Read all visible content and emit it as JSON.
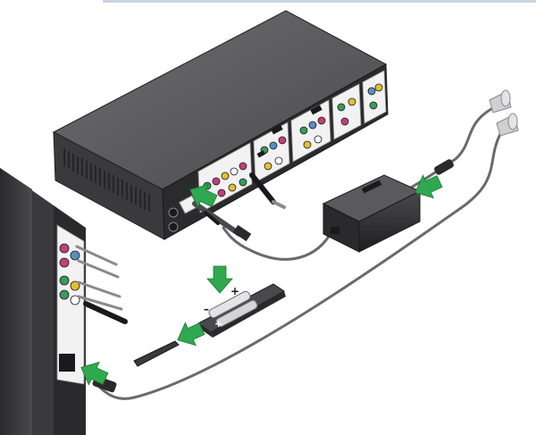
{
  "diagram": {
    "battery_labels": {
      "minus": "–",
      "plus": "+",
      "plus_lower": "+"
    },
    "colors": {
      "background": "#ffffff",
      "console_top": "#5a5a5c",
      "console_side": "#3a3a3c",
      "console_back": "#2b2b2d",
      "panel_white": "#f2f2f2",
      "jack_green": "#3a9b5a",
      "jack_magenta": "#c0407a",
      "jack_yellow": "#e0c030",
      "jack_blue": "#5a8fc0",
      "cable": "#6a6a6c",
      "arrow_green": "#2fa84f",
      "top_rule": "#c8d4e4"
    },
    "icons": [
      "console-unit",
      "speaker-module",
      "power-supply-brick",
      "ac-plug",
      "remote-control",
      "battery",
      "battery-cover",
      "insertion-arrow"
    ]
  }
}
